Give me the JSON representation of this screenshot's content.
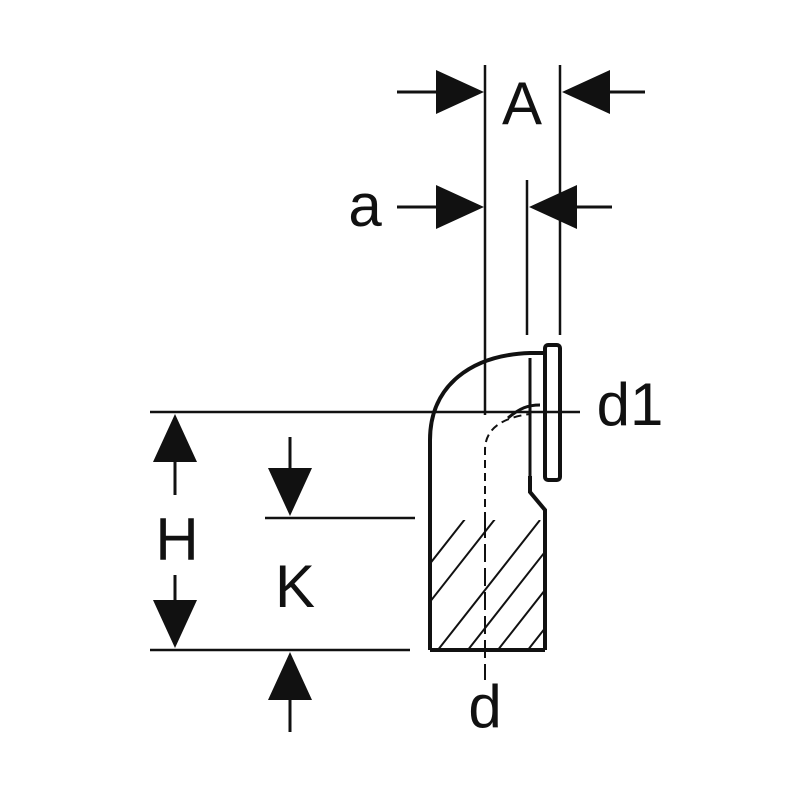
{
  "diagram": {
    "labels": {
      "A": "A",
      "a": "a",
      "d1": "d1",
      "H": "H",
      "K": "K",
      "d": "d"
    },
    "colors": {
      "line": "#111111",
      "background": "#ffffff"
    }
  }
}
